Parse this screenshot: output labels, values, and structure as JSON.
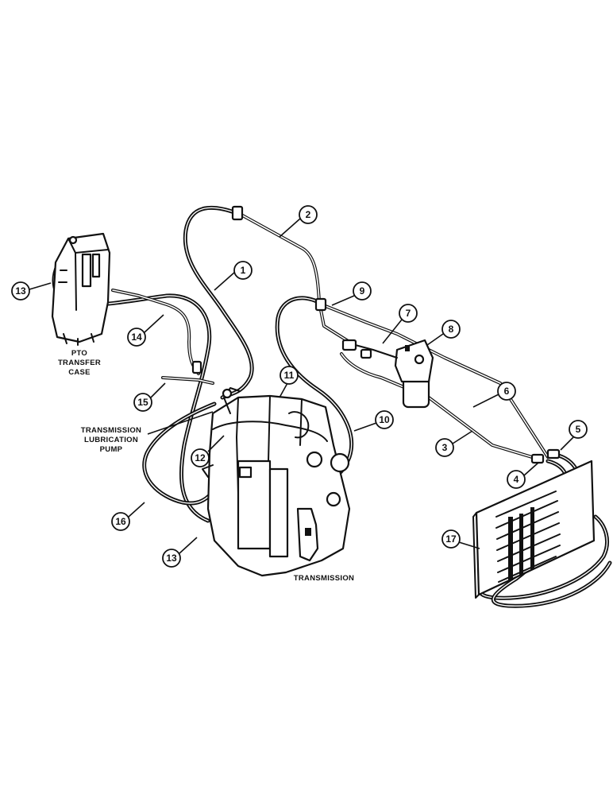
{
  "labels": {
    "pto_line1": "PTO",
    "pto_line2": "TRANSFER",
    "pto_line3": "CASE",
    "pump_line1": "TRANSMISSION",
    "pump_line2": "LUBRICATION",
    "pump_line3": "PUMP",
    "transmission": "TRANSMISSION"
  },
  "callouts": [
    {
      "id": "c1",
      "number": "1"
    },
    {
      "id": "c2",
      "number": "2"
    },
    {
      "id": "c3",
      "number": "3"
    },
    {
      "id": "c4",
      "number": "4"
    },
    {
      "id": "c5",
      "number": "5"
    },
    {
      "id": "c6",
      "number": "6"
    },
    {
      "id": "c7",
      "number": "7"
    },
    {
      "id": "c8",
      "number": "8"
    },
    {
      "id": "c9",
      "number": "9"
    },
    {
      "id": "c10",
      "number": "10"
    },
    {
      "id": "c11",
      "number": "11"
    },
    {
      "id": "c12",
      "number": "12"
    },
    {
      "id": "c13a",
      "number": "13"
    },
    {
      "id": "c13b",
      "number": "13"
    },
    {
      "id": "c14",
      "number": "14"
    },
    {
      "id": "c15",
      "number": "15"
    },
    {
      "id": "c16",
      "number": "16"
    },
    {
      "id": "c17",
      "number": "17"
    }
  ]
}
